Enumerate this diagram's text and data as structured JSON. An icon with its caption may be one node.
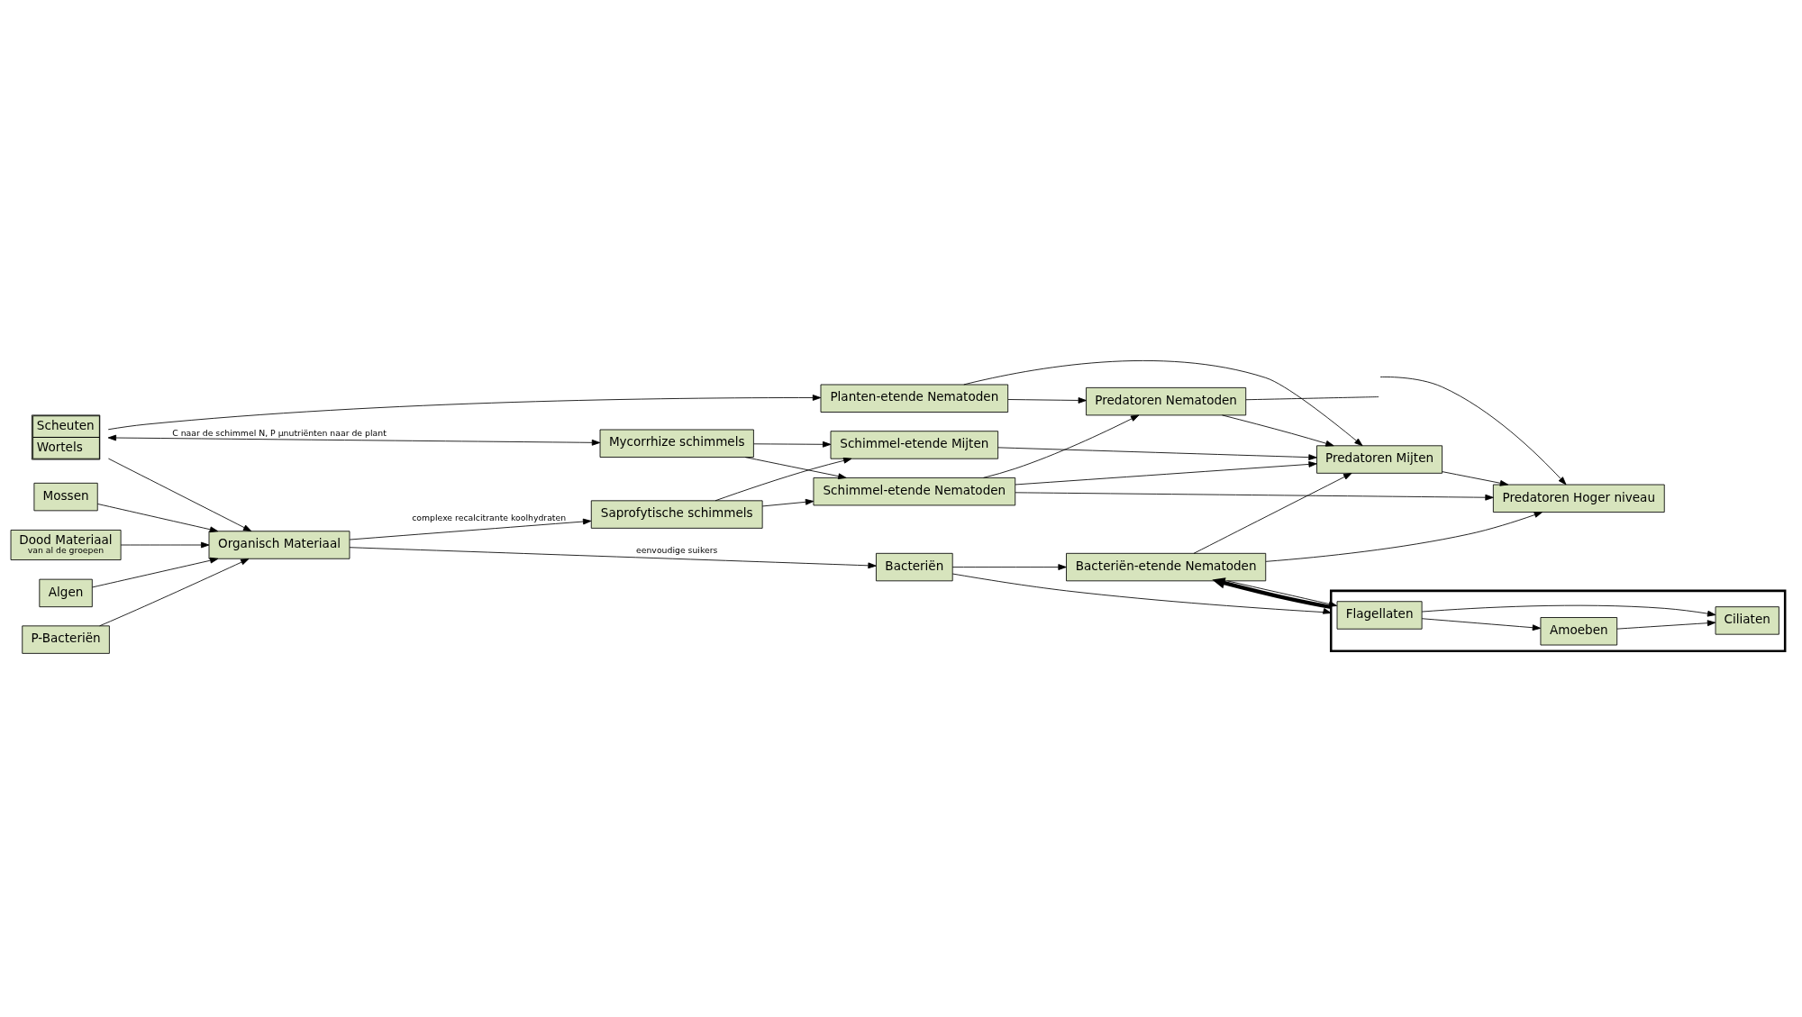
{
  "diagram": {
    "nodes": [
      {
        "text": [
          "Scheuten",
          "Wortels"
        ]
      },
      {
        "text": [
          "Planten-etende Nematoden"
        ]
      },
      {
        "text": [
          "Algen"
        ]
      },
      {
        "text": [
          "P-Bacteriën"
        ]
      },
      {
        "text": [
          "Mossen"
        ]
      },
      {
        "text": [
          "Mycorrhize schimmels"
        ]
      },
      {
        "text": [
          "Organisch Materiaal"
        ]
      },
      {
        "text": [
          "Dood Materiaal",
          "van al de groepen"
        ]
      },
      {
        "text": [
          "Saprofytische schimmels"
        ]
      },
      {
        "text": [
          "Bacteriën"
        ]
      },
      {
        "text": [
          "Schimmel-etende Mijten"
        ]
      },
      {
        "text": [
          "Schimmel-etende Nematoden"
        ]
      },
      {
        "text": [
          "Bacteriën-etende Nematoden"
        ]
      },
      {
        "text": [],
        "shape": "box"
      },
      {
        "text": [
          "Flagellaten"
        ],
        "in": 13
      },
      {
        "text": [
          "Amoeben"
        ],
        "in": 13
      },
      {
        "text": [
          "Ciliaten"
        ],
        "in": 13
      },
      {
        "text": [
          "Predatoren Nematoden"
        ]
      },
      {
        "text": [
          "Predatoren Mijten"
        ]
      },
      {
        "text": [
          "Predatoren Hoger niveau"
        ]
      }
    ],
    "edges": [
      {
        "from": 0,
        "to": 1,
        "arrow": "to"
      },
      {
        "from": 0,
        "to": 5,
        "arrow": "both",
        "label": "C naar de schimmel N, P µnutriënten naar de plant"
      },
      {
        "from": 0,
        "to": 6,
        "arrow": "to"
      },
      {
        "from": 2,
        "to": 6,
        "arrow": "to"
      },
      {
        "from": 3,
        "to": 6,
        "arrow": "to"
      },
      {
        "from": 4,
        "to": 6,
        "arrow": "to"
      },
      {
        "from": 7,
        "to": 6,
        "arrow": "to"
      },
      {
        "from": 6,
        "to": 8,
        "arrow": "to",
        "label": "complexe recalcitrante koolhydraten"
      },
      {
        "from": 6,
        "to": 9,
        "arrow": "to",
        "label": "eenvoudige suikers"
      },
      {
        "from": 5,
        "to": 10,
        "arrow": "to"
      },
      {
        "from": 5,
        "to": 11,
        "arrow": "to"
      },
      {
        "from": 8,
        "to": 10,
        "arrow": "to"
      },
      {
        "from": 8,
        "to": 11,
        "arrow": "to"
      },
      {
        "from": 9,
        "to": 12,
        "arrow": "to"
      },
      {
        "from": 9,
        "to": 13,
        "arrow": "to"
      },
      {
        "from": 12,
        "to": 14,
        "arrow": "to"
      },
      {
        "from": 13,
        "to": 12,
        "arrow": "to",
        "style": "thick"
      },
      {
        "from": 14,
        "to": 15,
        "arrow": "to"
      },
      {
        "from": 15,
        "to": 16,
        "arrow": "to"
      },
      {
        "from": 14,
        "to": 16,
        "arrow": "to"
      },
      {
        "from": 10,
        "to": 18,
        "arrow": "to"
      },
      {
        "from": 11,
        "to": 17,
        "arrow": "to"
      },
      {
        "from": 11,
        "to": 18,
        "arrow": "to"
      },
      {
        "from": 11,
        "to": 19,
        "arrow": "to"
      },
      {
        "from": 12,
        "to": 18,
        "arrow": "to"
      },
      {
        "from": 12,
        "to": 19,
        "arrow": "to"
      },
      {
        "from": 1,
        "to": 17,
        "arrow": "to"
      },
      {
        "from": 1,
        "to": 18,
        "arrow": "to"
      },
      {
        "from": 17,
        "to": 18,
        "arrow": "to"
      },
      {
        "from": 18,
        "to": 19,
        "arrow": "to"
      },
      {
        "from": 17,
        "to": null,
        "arrow": "none"
      },
      {
        "from": null,
        "to": 19,
        "arrow": "to"
      }
    ]
  }
}
